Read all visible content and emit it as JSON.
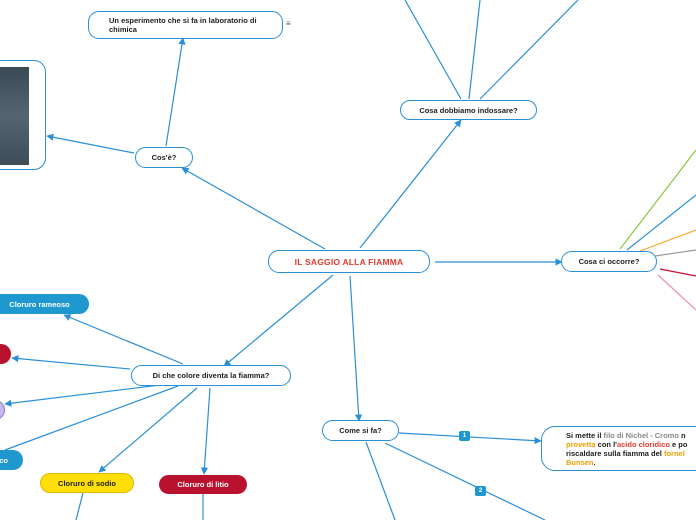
{
  "root": {
    "label": "IL SAGGIO ALLA FIAMMA"
  },
  "nodes": {
    "cose": "Cos'è?",
    "esperimento": "Un esperimento che si fa in laboratorio di chimica",
    "indossare": "Cosa dobbiamo indossare?",
    "occorre": "Cosa ci occorre?",
    "colore": "Di che colore diventa la fiamma?",
    "come": "Come si fa?",
    "rameoso": "Cloruro rameoso",
    "sodio": "Cloruro di sodio",
    "litio": "Cloruro di litio",
    "partial_blue": "co"
  },
  "step1": {
    "badge": "1",
    "parts": [
      {
        "text": "Si mette il ",
        "style": "plain"
      },
      {
        "text": "filo di Nichel - Cromo",
        "style": "grey"
      },
      {
        "text": " n",
        "style": "plain"
      },
      {
        "text": "provetta",
        "style": "orange"
      },
      {
        "text": " con l'",
        "style": "plain"
      },
      {
        "text": "acido cloridico",
        "style": "red"
      },
      {
        "text": " e po",
        "style": "plain"
      },
      {
        "text": "riscaldare sulla fiamma del ",
        "style": "plain"
      },
      {
        "text": "fornel",
        "style": "orange"
      },
      {
        "text": "Bunsen",
        "style": "orange"
      },
      {
        "text": ".",
        "style": "plain"
      }
    ]
  },
  "step2": {
    "badge": "2"
  },
  "icons": {
    "note": "≡"
  },
  "colors": {
    "link": "#2a8fd6",
    "root_text": "#e03c31",
    "pill_blue": "#1f97cf",
    "pill_red": "#b8122e",
    "pill_yellow": "#ffde0a",
    "pill_lavender": "#c7b8f0",
    "branch_green": "#8cc63f",
    "branch_orange": "#f5a623",
    "branch_grey": "#9b9b9b",
    "branch_crimson": "#c8102e",
    "branch_pink": "#f08fb0"
  }
}
